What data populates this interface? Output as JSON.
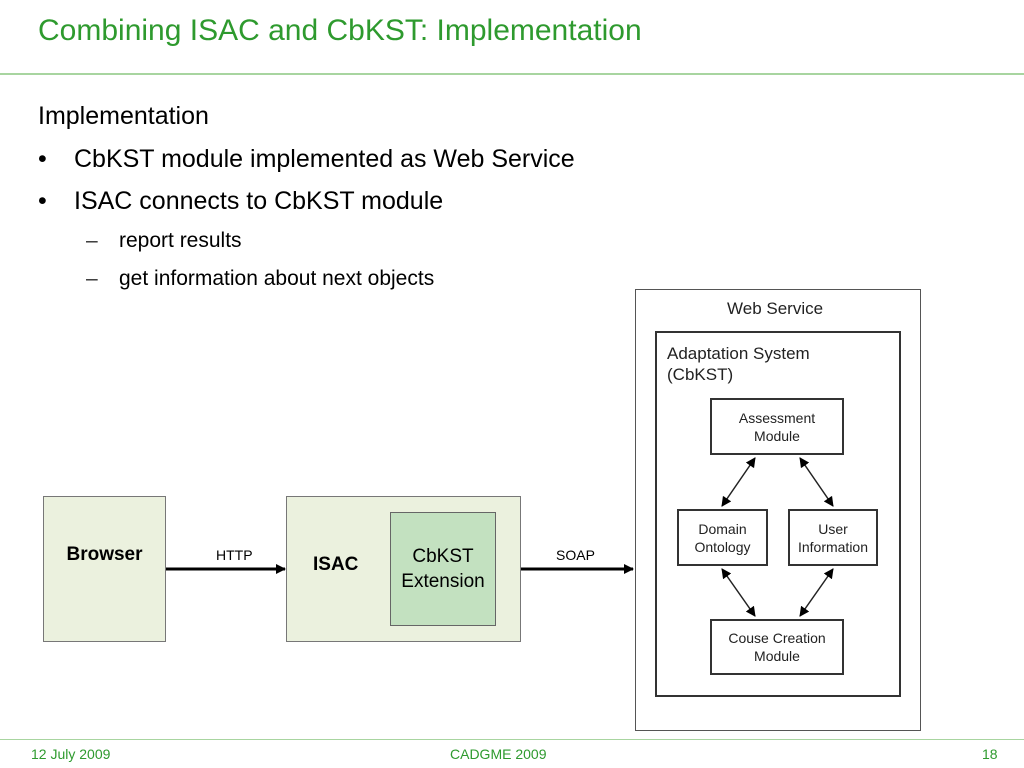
{
  "slide": {
    "title": "Combining ISAC and CbKST: Implementation",
    "heading": "Implementation",
    "bullets": [
      "CbKST module implemented as Web Service",
      "ISAC connects to CbKST module"
    ],
    "sub_bullets": [
      "report results",
      "get information about next objects"
    ]
  },
  "diagram": {
    "browser": "Browser",
    "isac": "ISAC",
    "extension": [
      "CbKST",
      "Extension"
    ],
    "http": "HTTP",
    "soap": "SOAP",
    "web_service": "Web Service",
    "adaptation_system": [
      "Adaptation System",
      "(CbKST)"
    ],
    "assessment": [
      "Assessment",
      "Module"
    ],
    "domain": [
      "Domain",
      "Ontology"
    ],
    "user_info": [
      "User",
      "Information"
    ],
    "course_creation": [
      "Couse Creation",
      "Module"
    ]
  },
  "footer": {
    "date": "12 July 2009",
    "event": "CADGME 2009",
    "page": "18"
  },
  "colors": {
    "title": "#2e9a2e",
    "box_fill": "#ebf1de",
    "extension_fill": "#c3e1c0"
  }
}
